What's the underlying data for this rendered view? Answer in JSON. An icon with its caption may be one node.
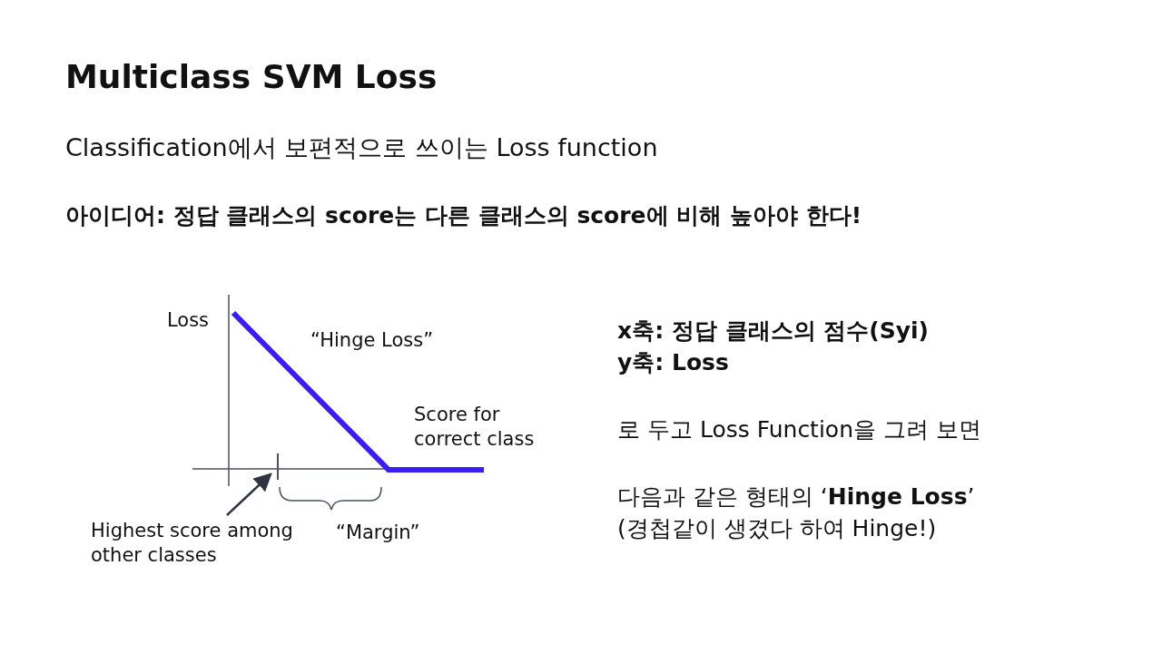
{
  "diagram": {
    "title": "Multiclass SVM Loss",
    "nodes": [
      {
        "text": [
          "Highest score among other classes"
        ]
      },
      {
        "text": [],
        "shape": "bar"
      }
    ],
    "edges": [
      {
        "from": 0,
        "to": 1,
        "arrow": "to"
      }
    ],
    "labels": [
      "Classification에서 보편적으로 쓰이는 Loss function",
      "아이디어: 정답 클래스의 score는 다른 클래스의 score에 비해 높아야 한다!",
      "Loss",
      "“Hinge Loss”",
      "x축: 정답 클래스의 점수(Syi)",
      "y축: Loss",
      "Score for correct class",
      "로 두고 Loss Function을 그려 보면",
      "“Margin”",
      "다음과 같은 형태의 ‘**Hinge Loss**’",
      "(경첩같이 생겼다 하여 Hinge!)"
    ]
  }
}
